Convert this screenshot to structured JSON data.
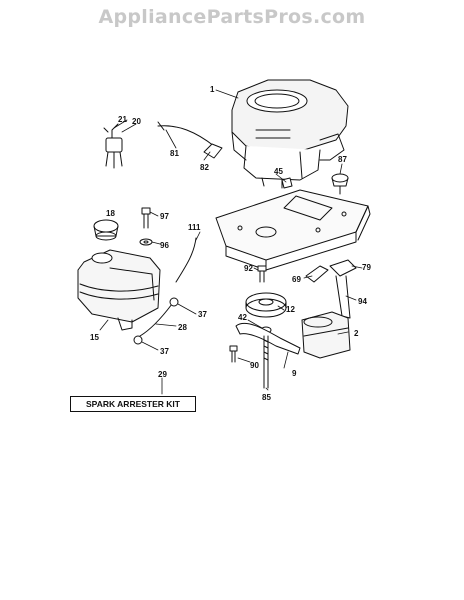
{
  "watermark": "AppliancePartsPros.com",
  "kit_label": "SPARK ARRESTER KIT",
  "callouts": {
    "p1": "1",
    "p21": "21",
    "p20": "20",
    "p81": "81",
    "p82": "82",
    "p87": "87",
    "p45": "45",
    "p18": "18",
    "p97": "97",
    "p96": "96",
    "p111": "111",
    "p92": "92",
    "p69": "69",
    "p79": "79",
    "p94": "94",
    "p12": "12",
    "p42": "42",
    "p2": "2",
    "p37a": "37",
    "p28": "28",
    "p15": "15",
    "p37b": "37",
    "p90": "90",
    "p9": "9",
    "p29": "29",
    "p85": "85"
  }
}
